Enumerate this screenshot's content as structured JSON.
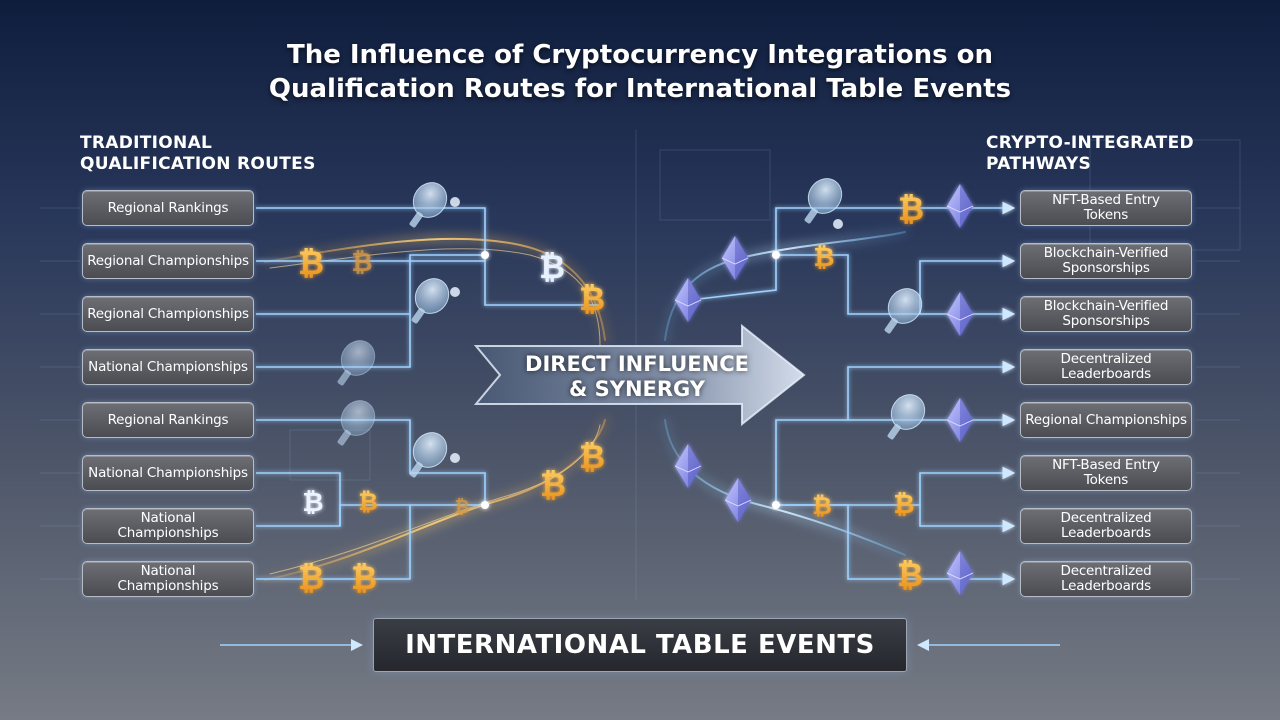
{
  "title": {
    "line1": "The Influence of Cryptocurrency Integrations on",
    "line2": "Qualification Routes for International Table Events"
  },
  "left_column": {
    "heading": {
      "line1": "TRADITIONAL",
      "line2": "QUALIFICATION ROUTES"
    },
    "routes": [
      {
        "line1": "Regional Rankings"
      },
      {
        "line1": "Regional Championships"
      },
      {
        "line1": "Regional Championships"
      },
      {
        "line1": "National Championships"
      },
      {
        "line1": "Regional Rankings"
      },
      {
        "line1": "National Championships"
      },
      {
        "line1": "National",
        "line2": "Championships"
      },
      {
        "line1": "National",
        "line2": "Championships"
      }
    ]
  },
  "right_column": {
    "heading": {
      "line1": "CRYPTO-INTEGRATED",
      "line2": "PATHWAYS"
    },
    "routes": [
      {
        "line1": "NFT-Based Entry",
        "line2": "Tokens"
      },
      {
        "line1": "Blockchain-Verified",
        "line2": "Sponsorships"
      },
      {
        "line1": "Blockchain-Verified",
        "line2": "Sponsorships"
      },
      {
        "line1": "Decentralized",
        "line2": "Leaderboards"
      },
      {
        "line1": "Regional Championships"
      },
      {
        "line1": "NFT-Based Entry",
        "line2": "Tokens"
      },
      {
        "line1": "Decentralized",
        "line2": "Leaderboards"
      },
      {
        "line1": "Decentralized",
        "line2": "Leaderboards"
      }
    ]
  },
  "center_arrow": {
    "line1": "DIRECT INFLUENCE",
    "line2": "& SYNERGY"
  },
  "destination": {
    "label": "INTERNATIONAL TABLE EVENTS"
  },
  "icons": {
    "bitcoin_glyph": "₿",
    "ethereum": "ethereum-icon",
    "paddle": "table-tennis-paddle-icon"
  },
  "colors": {
    "wire": "#9fd2ff",
    "bitcoin": "#f7a928",
    "ethereum": "#8a8fe8",
    "box_border": "#b8bcc4"
  }
}
